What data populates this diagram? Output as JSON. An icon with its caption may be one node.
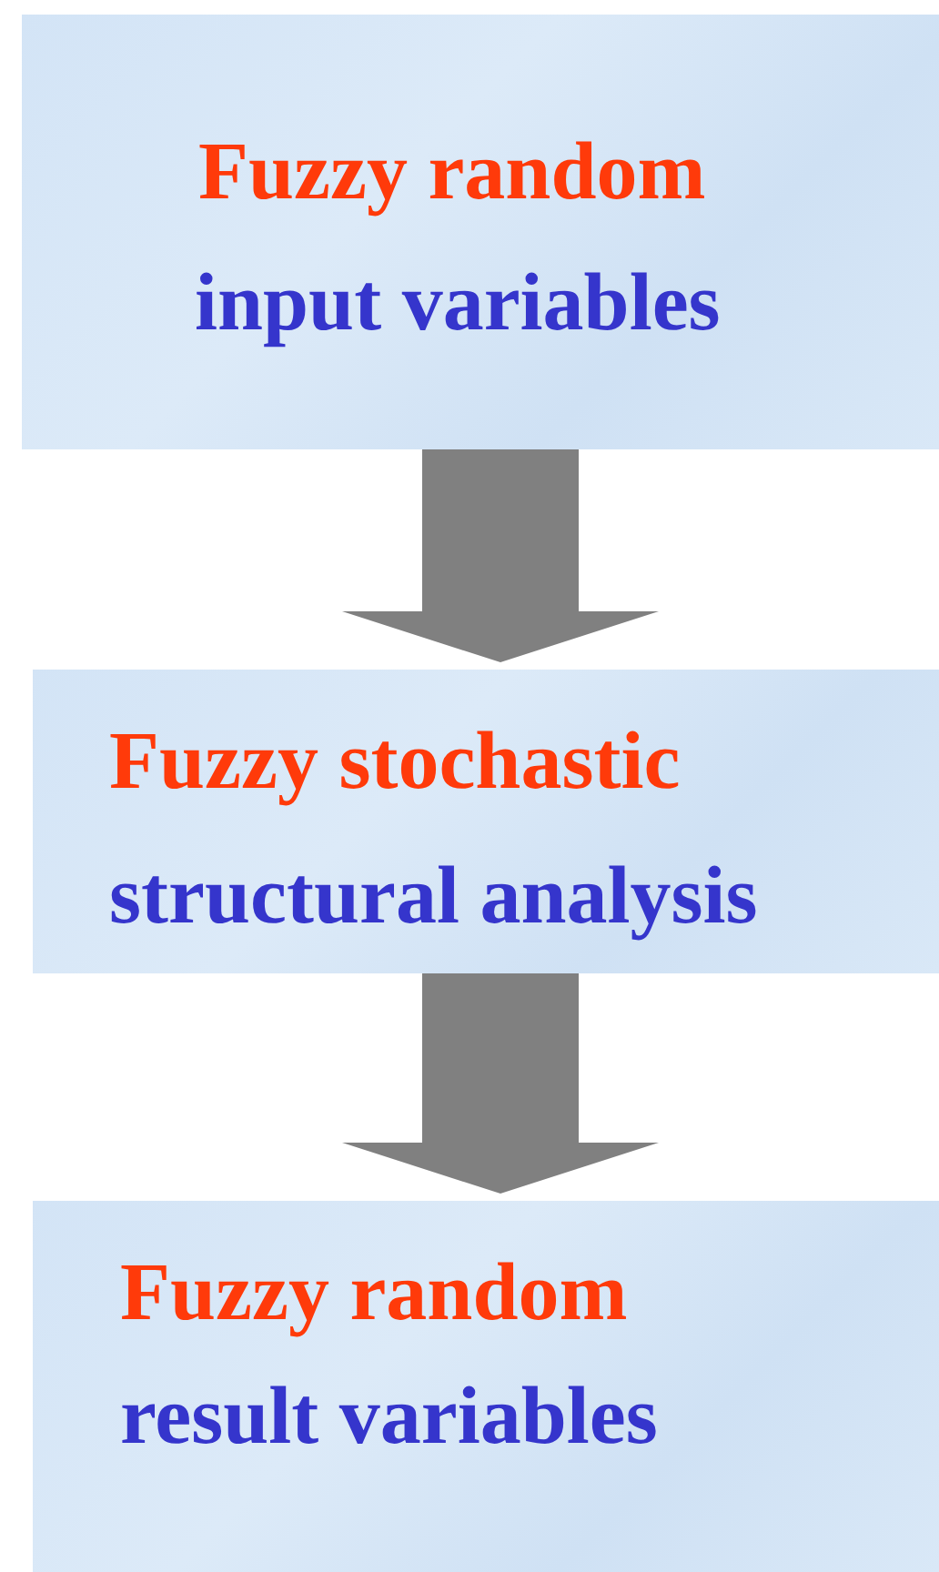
{
  "diagram": {
    "nodes": [
      {
        "text": [
          "Fuzzy random",
          "input variables"
        ]
      },
      {
        "text": [
          "Fuzzy stochastic",
          "structural analysis"
        ]
      },
      {
        "text": [
          "Fuzzy random",
          "result variables"
        ]
      }
    ],
    "edges": [
      {
        "from": 0,
        "to": 1,
        "arrow": "to"
      },
      {
        "from": 1,
        "to": 2,
        "arrow": "to"
      }
    ]
  }
}
